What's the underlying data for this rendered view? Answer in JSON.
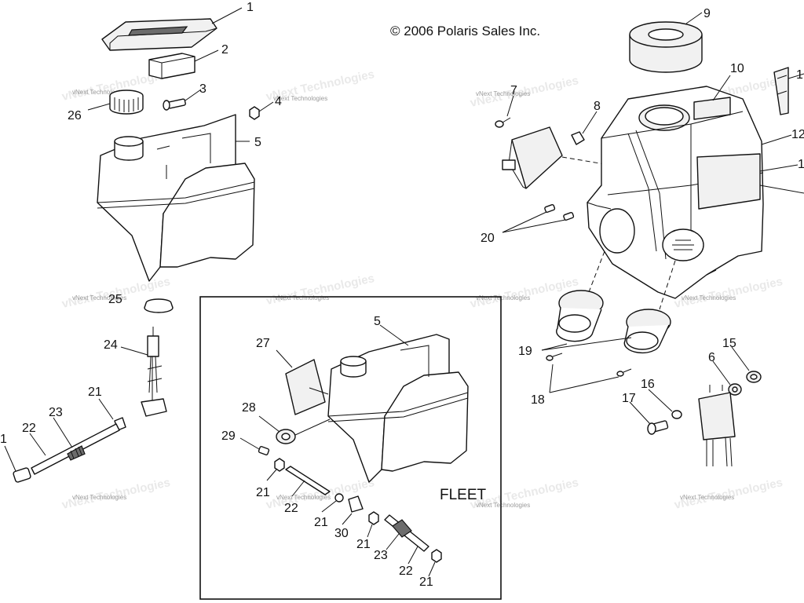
{
  "copyright": "© 2006 Polaris Sales Inc.",
  "watermark": "vNext Technologies",
  "inset_label": "FLEET",
  "callouts": {
    "c1": "1",
    "c2": "2",
    "c3": "3",
    "c4": "4",
    "c5": "5",
    "c26": "26",
    "c7": "7",
    "c8": "8",
    "c9": "9",
    "c10": "10",
    "c11": "1",
    "c12": "12",
    "c13": "1",
    "c20": "20",
    "c25": "25",
    "c24": "24",
    "c21": "21",
    "c23": "23",
    "c22": "22",
    "c1b": "1",
    "c19": "19",
    "c18": "18",
    "c15": "15",
    "c6": "6",
    "c16": "16",
    "c17": "17",
    "i5": "5",
    "i27": "27",
    "i28": "28",
    "i29": "29",
    "i21a": "21",
    "i22a": "22",
    "i21b": "21",
    "i30": "30",
    "i21c": "21",
    "i23": "23",
    "i22b": "22",
    "i21d": "21"
  }
}
